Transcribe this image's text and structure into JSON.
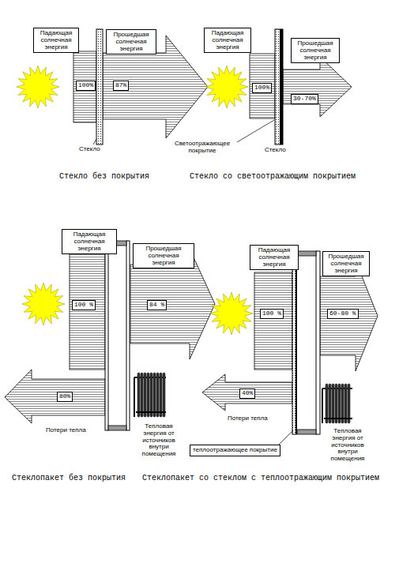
{
  "diagram": {
    "nodes": [
      {
        "text": [
          "Падающая солнечная энергия"
        ]
      },
      {
        "text": [
          "Прошедшая солнечная энергия"
        ]
      },
      {
        "text": [
          "100%"
        ]
      },
      {
        "text": [
          "87%"
        ]
      },
      {
        "text": [
          "Падающая солнечная энергия"
        ]
      },
      {
        "text": [
          "Прошедшая солнечная энергия"
        ]
      },
      {
        "text": [
          "100%"
        ]
      },
      {
        "text": [
          "30-70%"
        ]
      },
      {
        "text": [
          "Падающая солнечная энергия"
        ]
      },
      {
        "text": [
          "Прошедшая солнечная энергия"
        ]
      },
      {
        "text": [
          "100 %"
        ]
      },
      {
        "text": [
          "84 %"
        ]
      },
      {
        "text": [
          "80%"
        ]
      },
      {
        "text": [
          "Падающая солнечная энергия"
        ]
      },
      {
        "text": [
          "Прошедшая солнечная энергия"
        ]
      },
      {
        "text": [
          "100 %"
        ]
      },
      {
        "text": [
          "60-80 %"
        ]
      },
      {
        "text": [
          "40%"
        ]
      },
      {
        "text": [
          "теплоотражающее покрытие"
        ]
      }
    ],
    "labels": [
      "Стекло",
      "Стекло без покрытия",
      "Стекло",
      "Светоотражающее покрытие",
      "Стекло со светоотражающим покрытием",
      "Потери тепла",
      "Тепловая энергия от источников внутри помещения",
      "Стеклопакет без покрытия",
      "Потери тепла",
      "Тепловая энергия от источников внутри помещения",
      "Стеклопакет со стеклом с теплоотражающим покрытием"
    ]
  }
}
